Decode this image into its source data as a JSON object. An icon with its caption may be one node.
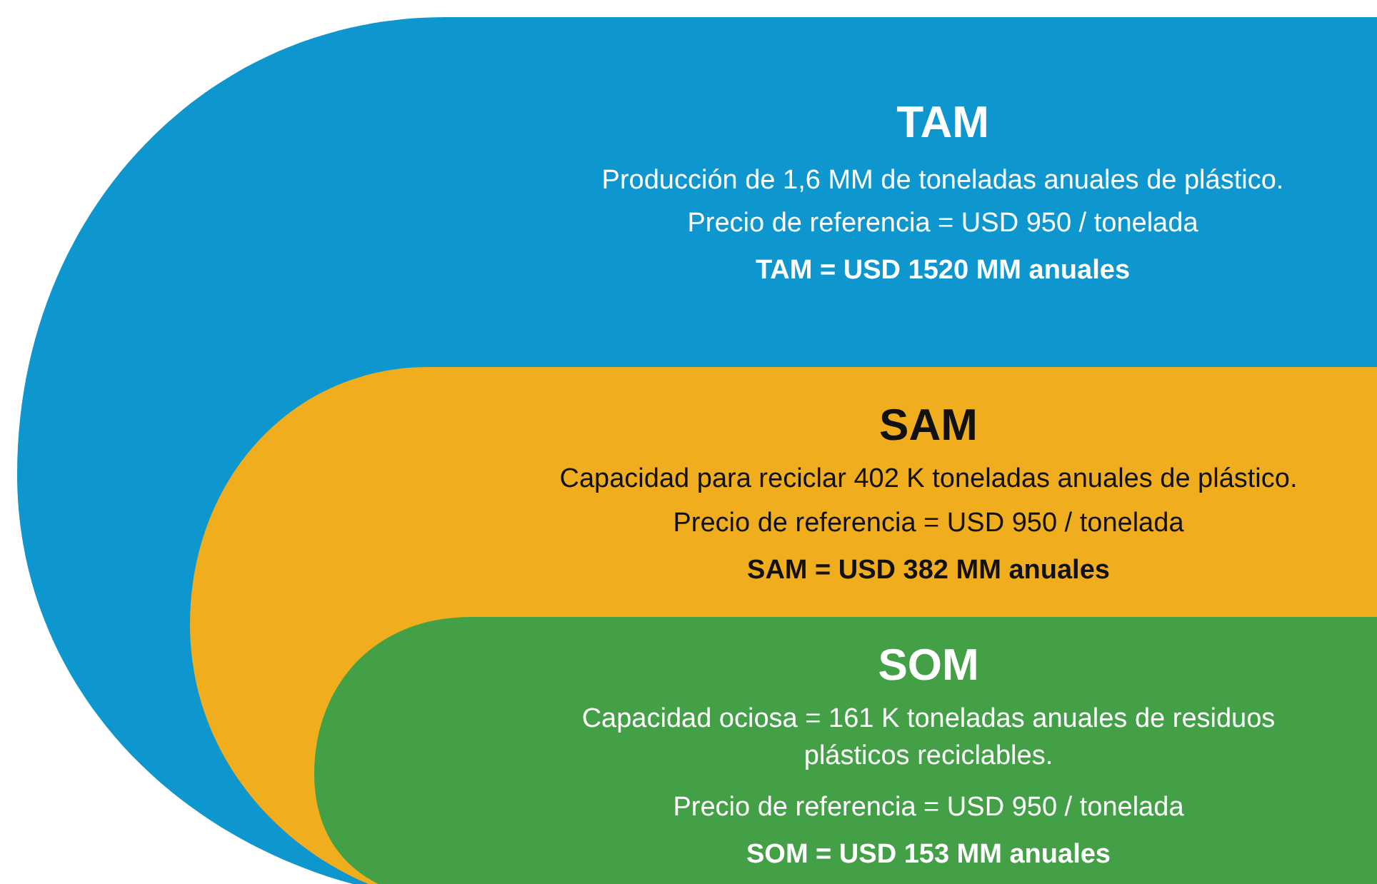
{
  "diagram": {
    "nodes": [
      {
        "text": [
          "TAM",
          "Producción de 1,6 MM de toneladas anuales de plástico.",
          "Precio de referencia = USD 950 / tonelada",
          "TAM = USD 1520 MM anuales"
        ]
      },
      {
        "text": [
          "SAM",
          "Capacidad para reciclar 402 K toneladas anuales de plástico.",
          "Precio de referencia = USD 950 / tonelada",
          "SAM = USD 382 MM anuales"
        ],
        "in": 0
      },
      {
        "text": [
          "SOM",
          "Capacidad ociosa = 161 K toneladas anuales de residuos plásticos reciclables.",
          "Precio de referencia = USD 950 / tonelada",
          "SOM = USD 153 MM anuales"
        ],
        "in": 1
      }
    ]
  }
}
